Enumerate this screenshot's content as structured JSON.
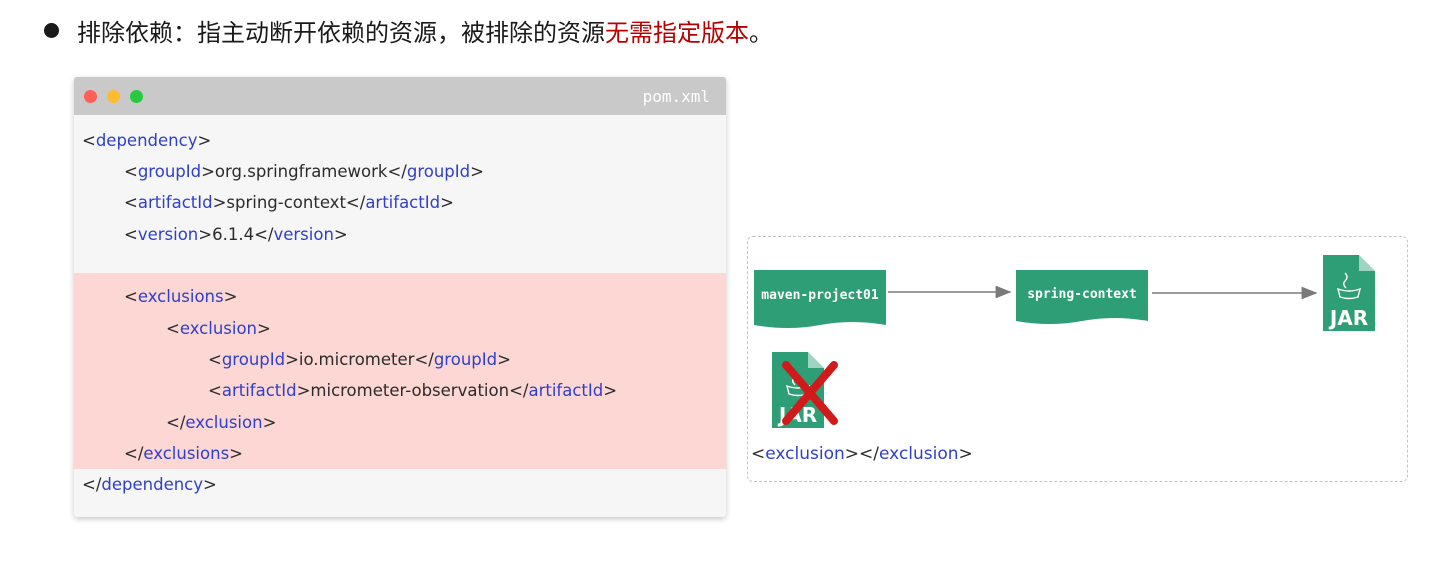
{
  "headline": {
    "text_before": "排除依赖：指主动断开依赖的资源，被排除的资源",
    "text_accent": "无需指定版本",
    "text_after": "。",
    "accent_color": "#b80000"
  },
  "code_window": {
    "filename": "pom.xml",
    "highlight_color": "#fcd7d3",
    "lines": [
      {
        "pre": "<",
        "tag": "dependency",
        "mid": ">",
        "value": "",
        "close_pre": "",
        "close_tag": "",
        "close_post": ""
      },
      {
        "pre": "<",
        "tag": "groupId",
        "mid": ">",
        "value": "org.springframework",
        "close_pre": "</",
        "close_tag": "groupId",
        "close_post": ">"
      },
      {
        "pre": "<",
        "tag": "artifactId",
        "mid": ">",
        "value": "spring-context",
        "close_pre": "</",
        "close_tag": "artifactId",
        "close_post": ">"
      },
      {
        "pre": "<",
        "tag": "version",
        "mid": ">",
        "value": "6.1.4",
        "close_pre": "</",
        "close_tag": "version",
        "close_post": ">"
      },
      {
        "pre": "<",
        "tag": "exclusions",
        "mid": ">",
        "value": "",
        "close_pre": "",
        "close_tag": "",
        "close_post": ""
      },
      {
        "pre": "<",
        "tag": "exclusion",
        "mid": ">",
        "value": "",
        "close_pre": "",
        "close_tag": "",
        "close_post": ""
      },
      {
        "pre": "<",
        "tag": "groupId",
        "mid": ">",
        "value": "io.micrometer",
        "close_pre": "</",
        "close_tag": "groupId",
        "close_post": ">"
      },
      {
        "pre": "<",
        "tag": "artifactId",
        "mid": ">",
        "value": "micrometer-observation",
        "close_pre": "</",
        "close_tag": "artifactId",
        "close_post": ">"
      },
      {
        "pre": "</",
        "tag": "exclusion",
        "mid": ">",
        "value": "",
        "close_pre": "",
        "close_tag": "",
        "close_post": ""
      },
      {
        "pre": "</",
        "tag": "exclusions",
        "mid": ">",
        "value": "",
        "close_pre": "",
        "close_tag": "",
        "close_post": ""
      },
      {
        "pre": "</",
        "tag": "dependency",
        "mid": ">",
        "value": "",
        "close_pre": "",
        "close_tag": "",
        "close_post": ""
      }
    ]
  },
  "diagram": {
    "node_color": "#2e9e77",
    "nodes": {
      "project": "maven-project01",
      "dependency": "spring-context",
      "jar_label": "JAR",
      "excluded_jar_label": "JAR"
    },
    "cross_color": "#d11a1a",
    "caption": {
      "open_pre": "<",
      "open_tag": "exclusion",
      "open_post": ">",
      "close_pre": "</",
      "close_tag": "exclusion",
      "close_post": ">"
    }
  }
}
